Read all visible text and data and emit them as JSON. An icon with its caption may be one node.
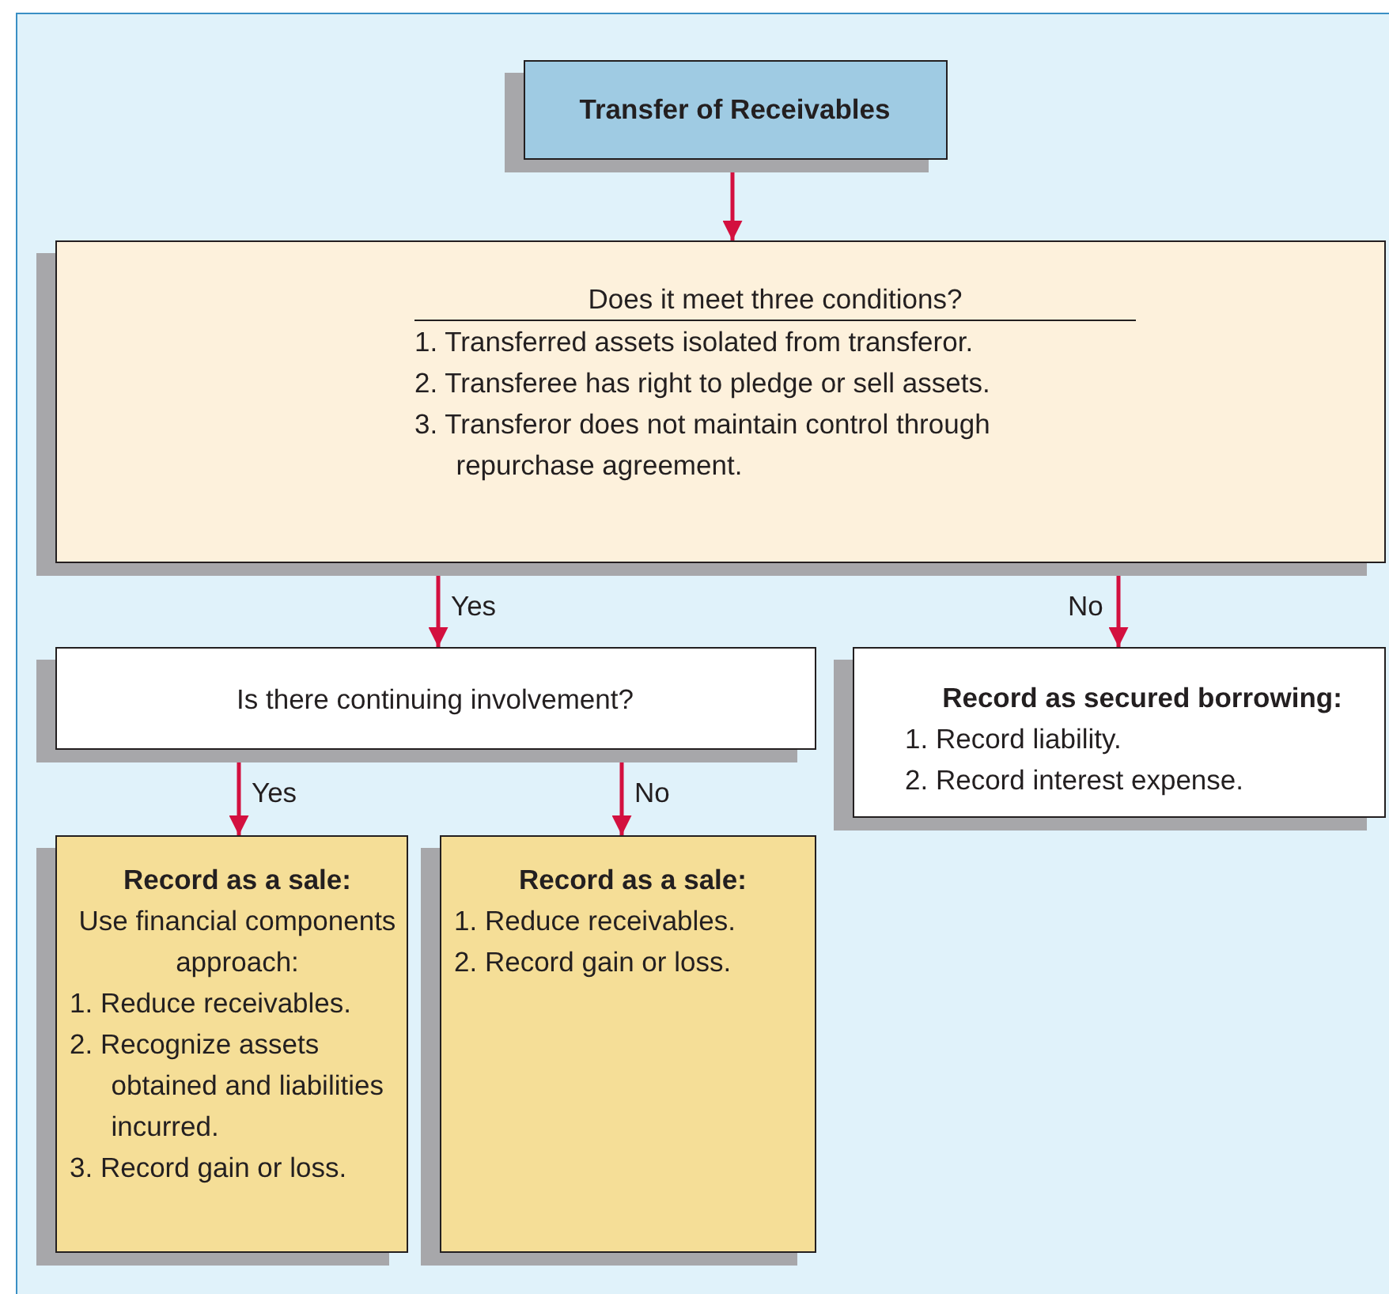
{
  "diagram": {
    "nodes": [
      {
        "text": [
          "Transfer of Receivables"
        ]
      },
      {
        "text": [
          "Does it meet three conditions?",
          "1. Transferred assets isolated from transferor.",
          "2. Transferee has right to pledge or sell assets.",
          "3. Transferor does not maintain control through repurchase agreement."
        ]
      },
      {
        "text": [
          "Is there continuing involvement?"
        ]
      },
      {
        "text": [
          "Record as secured borrowing:",
          "1. Record liability.",
          "2. Record interest expense."
        ]
      },
      {
        "text": [
          "Record as a sale:",
          "Use financial components approach:",
          "1. Reduce receivables.",
          "2. Recognize assets obtained and liabilities incurred.",
          "3. Record gain or loss."
        ]
      },
      {
        "text": [
          "Record as a sale:",
          "1. Reduce receivables.",
          "2. Record gain or loss."
        ]
      }
    ],
    "edges": [
      {
        "from": 0,
        "to": 1,
        "arrow": "to"
      },
      {
        "from": 1,
        "to": 2,
        "arrow": "to",
        "label": "Yes"
      },
      {
        "from": 1,
        "to": 3,
        "arrow": "to",
        "label": "No"
      },
      {
        "from": 2,
        "to": 4,
        "arrow": "to",
        "label": "Yes"
      },
      {
        "from": 2,
        "to": 5,
        "arrow": "to",
        "label": "No"
      }
    ]
  }
}
